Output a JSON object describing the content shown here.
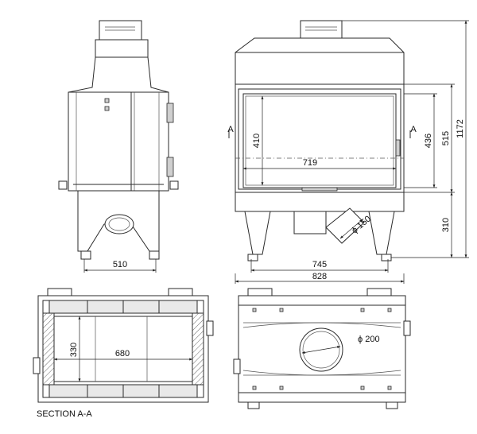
{
  "dimensions": {
    "side_depth": "510",
    "front_width_inner": "745",
    "front_width_outer": "828",
    "glass_width": "719",
    "glass_height": "410",
    "door_height": "436",
    "body_height": "515",
    "total_height": "1172",
    "legs_height": "310",
    "air_inlet_diameter": "ϕ 150",
    "section_depth": "330",
    "section_width": "680",
    "flue_diameter": "ϕ 200"
  },
  "labels": {
    "section_mark_left": "A",
    "section_mark_right": "A",
    "section_caption": "SECTION A-A"
  }
}
